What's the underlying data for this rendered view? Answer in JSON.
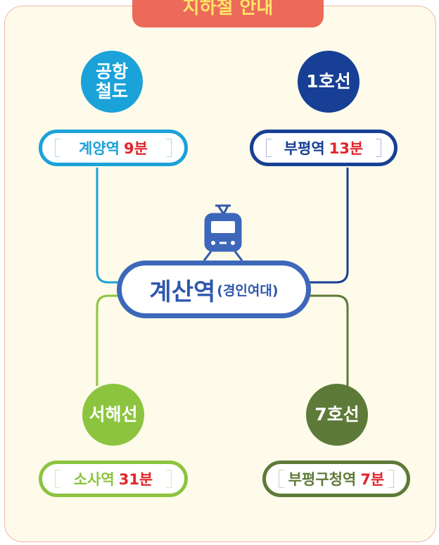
{
  "title": "지하철 안내",
  "center_station": {
    "name": "계산역",
    "sub": "(경인여대)"
  },
  "lines": {
    "airport": {
      "label": "공항\n철도",
      "station": "계양역",
      "time": "9분",
      "color": "#1aa2d9"
    },
    "line1": {
      "label": "1호선",
      "station": "부평역",
      "time": "13분",
      "color": "#173f95"
    },
    "seohae": {
      "label": "서해선",
      "station": "소사역",
      "time": "31분",
      "color": "#8cc43f"
    },
    "line7": {
      "label": "7호선",
      "station": "부평구청역",
      "time": "7분",
      "color": "#5e7a38"
    }
  },
  "icons": {
    "train": "train-icon"
  }
}
